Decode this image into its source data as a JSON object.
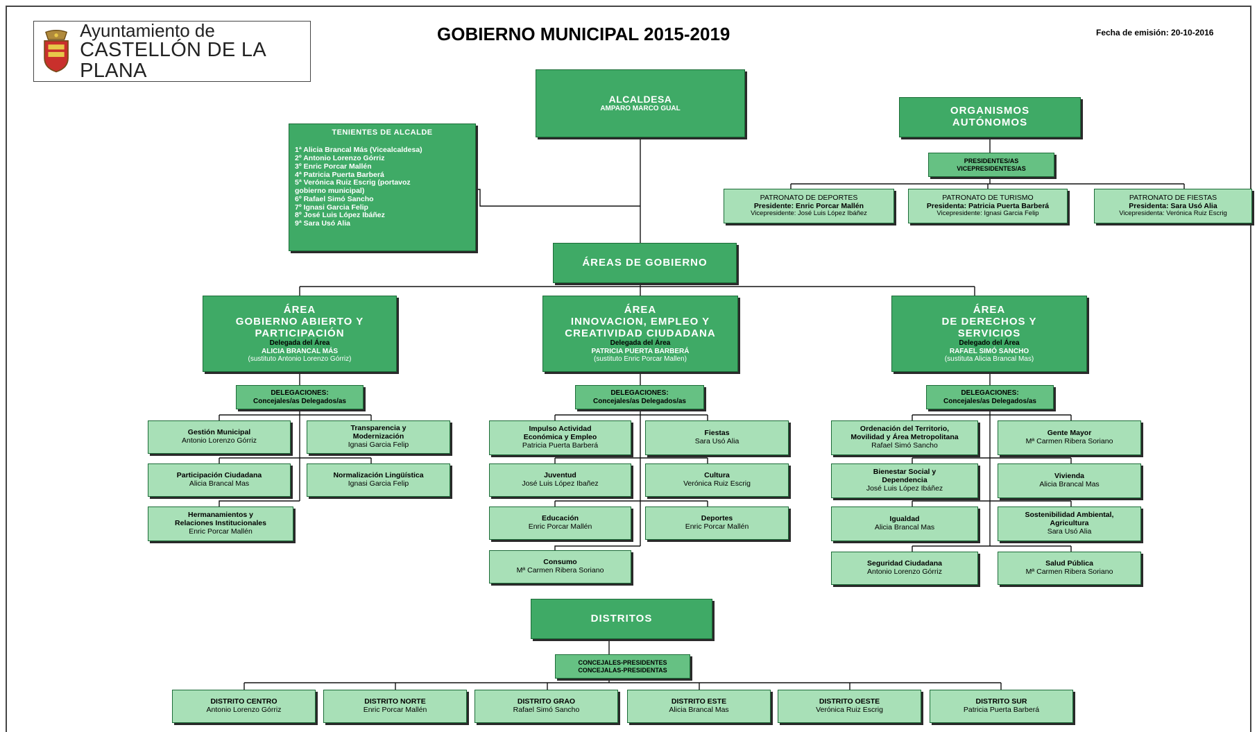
{
  "header": {
    "logo_line1": "Ayuntamiento de",
    "logo_line2": "CASTELLÓN DE LA PLANA",
    "title": "GOBIERNO MUNICIPAL 2015-2019",
    "date": "Fecha de emisión: 20-10-2016"
  },
  "colors": {
    "dark": "#3faa66",
    "light": "#a8e0b7",
    "mid": "#66c183"
  },
  "alcaldesa": {
    "title": "ALCALDESA",
    "name": "AMPARO MARCO GUAL"
  },
  "tenientes": {
    "title": "TENIENTES DE ALCALDE",
    "items": [
      "1ª Alicia Brancal Más (Vicealcaldesa)",
      "2º Antonio Lorenzo Górriz",
      "3º Enric Porcar Mallén",
      "4ª Patricia Puerta Barberá",
      "5ª Verónica Ruiz Escrig (portavoz",
      "gobierno municipal)",
      "6º Rafael Simó Sancho",
      "7º Ignasi Garcia Felip",
      "8º José Luis López Ibáñez",
      "9ª Sara Usó Alia"
    ]
  },
  "organismos": {
    "title_line1": "ORGANISMOS",
    "title_line2": "AUTÓNOMOS",
    "presidentes_line1": "PRESIDENTES/AS",
    "presidentes_line2": "VICEPRESIDENTES/AS",
    "patronatos": [
      {
        "name": "PATRONATO DE DEPORTES",
        "president": "Presidente: Enric Porcar Mallén",
        "vice": "Vicepresidente: José Luis López Ibáñez"
      },
      {
        "name": "PATRONATO DE TURISMO",
        "president": "Presidenta: Patricia Puerta Barberá",
        "vice": "Vicepresidente: Ignasi Garcia Felip"
      },
      {
        "name": "PATRONATO DE FIESTAS",
        "president": "Presidenta: Sara Usó Alia",
        "vice": "Vicepresidenta: Verónica Ruiz Escrig"
      }
    ]
  },
  "areas_title": "ÁREAS DE GOBIERNO",
  "areas": [
    {
      "l1": "ÁREA",
      "l2": "GOBIERNO ABIERTO Y",
      "l3": "PARTICIPACIÓN",
      "delegado_label": "Delegada del Área",
      "delegado": "ALICIA BRANCAL MÁS",
      "sustituto": "(sustituto Antonio Lorenzo Górriz)",
      "deleg_line1": "DELEGACIONES:",
      "deleg_line2": "Concejales/as Delegados/as",
      "items": [
        {
          "t1": "Gestión Municipal",
          "t2": "",
          "p": "Antonio Lorenzo Górriz"
        },
        {
          "t1": "Transparencia y",
          "t2": "Modernización",
          "p": "Ignasi Garcia Felip"
        },
        {
          "t1": "Participación Ciudadana",
          "t2": "",
          "p": "Alicia Brancal Mas"
        },
        {
          "t1": "Normalización Lingüística",
          "t2": "",
          "p": "Ignasi Garcia Felip"
        },
        {
          "t1": "Hermanamientos y",
          "t2": "Relaciones Institucionales",
          "p": "Enric Porcar Mallén"
        }
      ]
    },
    {
      "l1": "ÁREA",
      "l2": "INNOVACION, EMPLEO Y",
      "l3": "CREATIVIDAD CIUDADANA",
      "delegado_label": "Delegada del Área",
      "delegado": "PATRICIA PUERTA BARBERÁ",
      "sustituto": "(sustituto Enric Porcar Mallen)",
      "deleg_line1": "DELEGACIONES:",
      "deleg_line2": "Concejales/as Delegados/as",
      "items": [
        {
          "t1": "Impulso Actividad",
          "t2": "Económica y Empleo",
          "p": "Patricia Puerta Barberá"
        },
        {
          "t1": "Fiestas",
          "t2": "",
          "p": "Sara Usó Alia"
        },
        {
          "t1": "Juventud",
          "t2": "",
          "p": "José Luis López Ibañez"
        },
        {
          "t1": "Cultura",
          "t2": "",
          "p": "Verónica Ruiz Escrig"
        },
        {
          "t1": "Educación",
          "t2": "",
          "p": "Enric Porcar Mallén"
        },
        {
          "t1": "Deportes",
          "t2": "",
          "p": "Enric Porcar Mallén"
        },
        {
          "t1": "Consumo",
          "t2": "",
          "p": "Mª Carmen Ribera Soriano"
        }
      ]
    },
    {
      "l1": "ÁREA",
      "l2": "DE DERECHOS Y",
      "l3": "SERVICIOS",
      "delegado_label": "Delegado del Área",
      "delegado": "RAFAEL SIMÓ SANCHO",
      "sustituto": "(sustituta Alicia Brancal Mas)",
      "deleg_line1": "DELEGACIONES:",
      "deleg_line2": "Concejales/as Delegados/as",
      "items": [
        {
          "t1": "Ordenación del Territorio,",
          "t2": "Movilidad y Área Metropolitana",
          "p": "Rafael Simó Sancho"
        },
        {
          "t1": "Gente Mayor",
          "t2": "",
          "p": "Mª Carmen Ribera Soriano"
        },
        {
          "t1": "Bienestar Social y",
          "t2": "Dependencia",
          "p": "José Luis López Ibáñez"
        },
        {
          "t1": "Vivienda",
          "t2": "",
          "p": "Alicia Brancal Mas"
        },
        {
          "t1": "Igualdad",
          "t2": "",
          "p": "Alicia Brancal Mas"
        },
        {
          "t1": "Sostenibilidad Ambiental,",
          "t2": "Agricultura",
          "p": "Sara Usó Alia"
        },
        {
          "t1": "Seguridad Ciudadana",
          "t2": "",
          "p": "Antonio Lorenzo Górriz"
        },
        {
          "t1": "Salud Pública",
          "t2": "",
          "p": "Mª Carmen Ribera Soriano"
        }
      ]
    }
  ],
  "distritos": {
    "title": "DISTRITOS",
    "concejales_line1": "CONCEJALES-PRESIDENTES",
    "concejales_line2": "CONCEJALAS-PRESIDENTAS",
    "items": [
      {
        "name": "DISTRITO CENTRO",
        "person": "Antonio Lorenzo Górriz"
      },
      {
        "name": "DISTRITO NORTE",
        "person": "Enric Porcar Mallén"
      },
      {
        "name": "DISTRITO GRAO",
        "person": "Rafael Simó Sancho"
      },
      {
        "name": "DISTRITO ESTE",
        "person": "Alicia Brancal Mas"
      },
      {
        "name": "DISTRITO OESTE",
        "person": "Verónica Ruiz Escrig"
      },
      {
        "name": "DISTRITO SUR",
        "person": "Patricia Puerta Barberá"
      }
    ]
  }
}
